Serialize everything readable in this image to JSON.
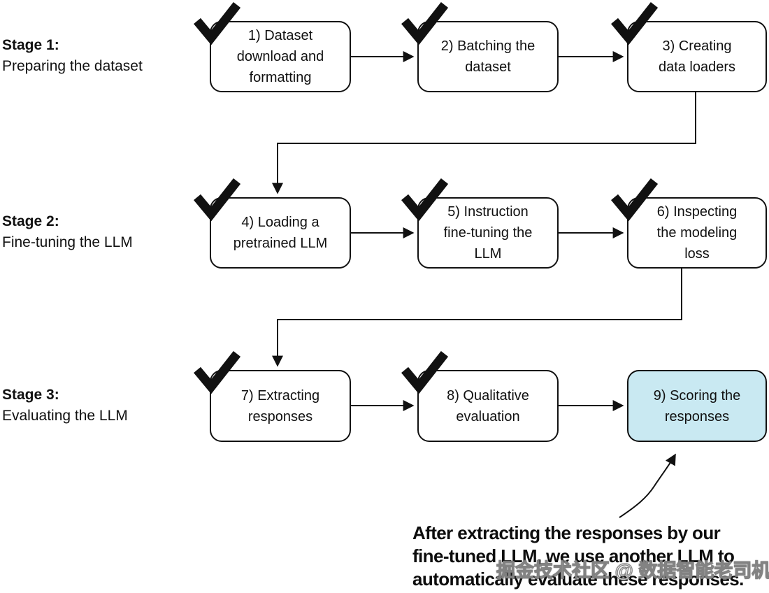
{
  "stages": [
    {
      "label": "Stage 1:",
      "sublabel": "Preparing the dataset"
    },
    {
      "label": "Stage 2:",
      "sublabel": "Fine-tuning the LLM"
    },
    {
      "label": "Stage 3:",
      "sublabel": "Evaluating the LLM"
    }
  ],
  "boxes": [
    {
      "text": "1) Dataset\ndownload and\nformatting",
      "checked": true,
      "highlighted": false
    },
    {
      "text": "2) Batching the\ndataset",
      "checked": true,
      "highlighted": false
    },
    {
      "text": "3) Creating\ndata loaders",
      "checked": true,
      "highlighted": false
    },
    {
      "text": "4) Loading a\npretrained LLM",
      "checked": true,
      "highlighted": false
    },
    {
      "text": "5) Instruction\nfine-tuning the\nLLM",
      "checked": true,
      "highlighted": false
    },
    {
      "text": "6) Inspecting\nthe modeling\nloss",
      "checked": true,
      "highlighted": false
    },
    {
      "text": "7) Extracting\nresponses",
      "checked": true,
      "highlighted": false
    },
    {
      "text": "8) Qualitative\nevaluation",
      "checked": true,
      "highlighted": false
    },
    {
      "text": "9) Scoring the\nresponses",
      "checked": false,
      "highlighted": true
    }
  ],
  "annotation": {
    "lines": [
      "After extracting the responses by our",
      "fine-tuned LLM, we use another LLM to",
      "automatically evaluate these responses."
    ]
  },
  "watermark": {
    "text": "掘金技术社区 @ 数据智能老司机"
  },
  "icons": {
    "checkmark": "✓"
  },
  "colors": {
    "line": "#111111",
    "box_border": "#111111",
    "box_fill": "#ffffff",
    "highlight": "#c9e9f2",
    "text": "#111111"
  }
}
